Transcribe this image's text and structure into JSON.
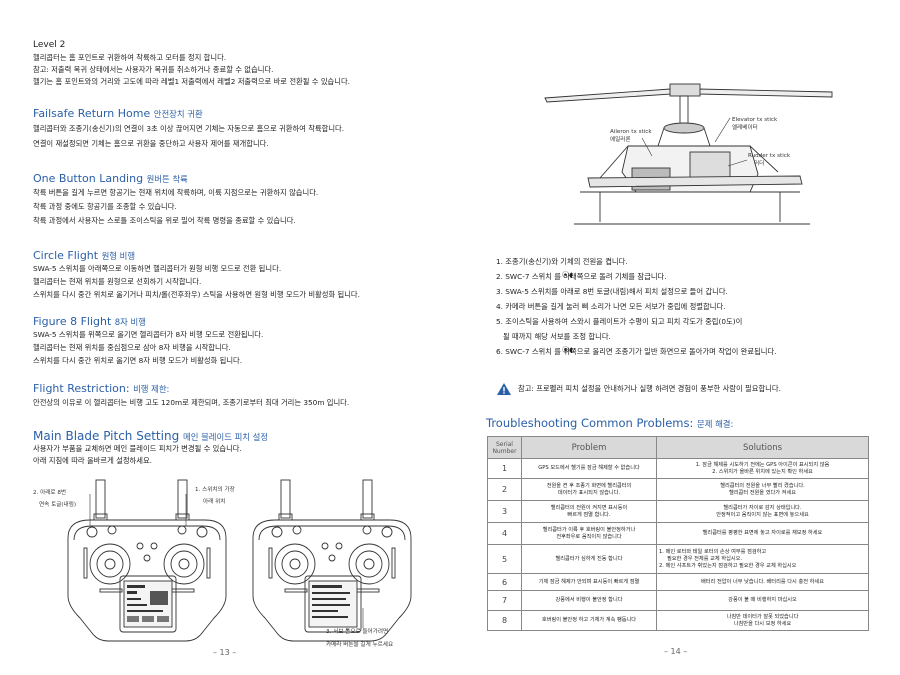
{
  "left_page": {
    "level2": {
      "heading": "Level 2",
      "lines": [
        "헬리콥터는 홈 포인트로 귀환하여 착륙하고 모터를 정지 합니다.",
        "참고: 저출력 복귀 상태에서는 사용자가 복귀를 취소하거나 종료할 수 없습니다.",
        "헬기는 홈 포인트와의 거리와 고도에 따라 레벨1 저출력에서 레벨2 저출력으로 바로 전환될 수 있습니다."
      ]
    },
    "failsafe": {
      "title_en": "Failsafe Return Home",
      "title_ko": "안전장치 귀환",
      "lines": [
        "헬리콥터와 조종기(송신기)의 연결이 3초 이상 끊어지면 기체는 자동으로 홈으로 귀환하여 착륙합니다.",
        "연결이 재설정되면 기체는 홈으로 귀환을 중단하고 사용자 제어를 재개합니다."
      ]
    },
    "one_button": {
      "title_en": "One Button Landing",
      "title_ko": "원버튼 착륙",
      "lines": [
        "착륙 버튼을 길게 누르면 항공기는 현재 위치에 착륙하며, 이륙 지점으로는 귀환하지 않습니다.",
        "착륙 과정 중에도 항공기를 조종할 수 있습니다.",
        "착륙 과정에서 사용자는 스로틀 조이스틱을 위로 밀어 착륙 명령을 종료할 수 있습니다."
      ]
    },
    "circle": {
      "title_en": "Circle Flight",
      "title_ko": "원형 비행",
      "lines": [
        "SWA-5 스위치를 아래쪽으로 이동하면 헬리콥터가 원형 비행 모드로 전환 됩니다.",
        "헬리콥터는 현재 위치를 원형으로 선회하기 시작합니다.",
        "스위치를 다시 중간 위치로 옮기거나 피치/롤(전후좌우) 스틱을 사용하면 원형 비행 모드가 비활성화 됩니다."
      ]
    },
    "figure8": {
      "title_en": "Figure 8 Flight",
      "title_ko": "8자 비행",
      "lines": [
        "SWA-5 스위치를 위쪽으로 올기면 헬리콥터가 8자 비행 모드로 전환됩니다.",
        "헬리콥터는 현재 위치를 중심점으로 삼아 8자 비행을 시작합니다.",
        "스위치를 다시 중간 위치로 옮기면 8자 비행 모드가 비활성화 됩니다."
      ]
    },
    "restriction": {
      "title_en": "Flight Restriction:",
      "title_ko": "비행 제한:",
      "lines": [
        "안전상의 이유로 이 헬리콥터는 비행 고도 120m로 제한되며, 조종기로부터 최대 거리는 350m 입니다."
      ]
    },
    "pitch": {
      "title_en": "Main Blade Pitch Setting",
      "title_ko": "메인 블레이드 피치 설정",
      "lines": [
        "사용자가 부품을 교체하면 메인 블레이드 피치가 변경될 수 있습니다.",
        "아래 지침에 따라 올바르게 설정하세요."
      ]
    },
    "figure_captions": {
      "c1a": "2. 아래로 8번",
      "c1b": "연속 토글(내림)",
      "c2a": "1. 스위치의 가장",
      "c2b": "아래 위치",
      "c3a": "3. 서보 톨으로 들어가려면",
      "c3b": "카메라 버튼을 길게 누르세요"
    },
    "page_number": "– 13 –"
  },
  "right_page": {
    "heli_labels": {
      "aileron_en": "Aileron tx stick",
      "aileron_ko": "에일러론",
      "elevator_en": "Elevator tx stick",
      "elevator_ko": "엘레베이터",
      "rudder_en": "Rudder tx stick",
      "rudder_ko": "러더"
    },
    "steps": [
      "1. 조종기(송신기)와 기체의 전원을 켭니다.",
      "2. SWC-7 스위치 를 아래쪽으로 돌려 기체를 잠급니다.",
      "3. SWA-5 스위치를 아래로 8번 토글(내림)해서 피치 설정으로 들어 갑니다.",
      "4. 카메라 버튼을 길게 눌러 삐 소리가 나면 모든 서보가 중립에 정렬합니다.",
      "5. 조이스틱을 사용하여 스와시 플레이트가 수평이 되고 피치 각도가 중립(0도)이",
      "   될 때까지 해당 서보를 조정 합니다.",
      "6. SWC-7 스위치 를 위쪽으로 올리면 조종기가 일반 화면으로 돌아가며 작업이 완료됩니다."
    ],
    "warning_note": "참고: 프로펠러 피치 설정을 안내하거나 실행 하려면 경험이 풍부한 사람이 필요합니다.",
    "troubleshoot": {
      "title_en": "Troubleshooting Common Problems:",
      "title_ko": "문제 해결:",
      "headers": {
        "serial1": "Serial",
        "serial2": "Number",
        "problem": "Problem",
        "solutions": "Solutions"
      },
      "rows": [
        {
          "n": "1",
          "p": [
            "GPS 모드에서 헬기를 잠금 해제할 수 없습니다"
          ],
          "s": [
            "1. 잠금 해제를 시도하기 전에는 GPS 아이콘이 표시되지 않음",
            "2. 스위치가 올바른 위치에 있는지 확인 하세요"
          ]
        },
        {
          "n": "2",
          "p": [
            "전원을 켠 후 조종기 화면에 헬리콥터의",
            "데이터가 표시되지 않습니다."
          ],
          "s": [
            "헬리콥터의 전원을 너무 빨리 켰습니다.",
            "헬리콥터 전원을 껐다가 켜세요"
          ]
        },
        {
          "n": "3",
          "p": [
            "헬리콥터의 전원이 켜지면 표시등이",
            "빠르게 점멸 합니다."
          ],
          "s": [
            "헬리콥터가 자이로 감지 상태입니다.",
            "안정적이고 움직이지 않는 표면에 놓으세요"
          ]
        },
        {
          "n": "4",
          "p": [
            "헬리콥터가 이륙 후 호버링이 불안정하거나",
            "전후좌우로 움직이지 않습니다"
          ],
          "s": [
            "헬리콥터를 평평한 표면에 놓고 자이로를 재보정 하세요"
          ]
        },
        {
          "n": "5",
          "p": [
            "헬리콥터가 심하게 진동 합니다"
          ],
          "s": [
            "1. 메인 로터와 테일 로터의 손상 여부를 점검하고",
            "필요한 경우 전체를 교체 하십시오.",
            "2. 메인 샤프트가 휘었는지 점검하고 필요한 경우 교체 하십시오"
          ]
        },
        {
          "n": "6",
          "p": [
            "기체 잠금 해제가 안되며 표시등이 빠르게 점멸"
          ],
          "s": [
            "배터리 전압이 너무 낮습니다. 배터리를 다시 충전 하세요"
          ]
        },
        {
          "n": "7",
          "p": [
            "강풍에서 비행이 불안정 합니다"
          ],
          "s": [
            "강풍이 불 때 비행하지 마십시오"
          ]
        },
        {
          "n": "8",
          "p": [
            "호버링이 불안정 하고 기체가 계속 팽돕니다"
          ],
          "s": [
            "나침반 데이터가 잘못 되었습니다",
            "나침반을 다시 보정 하세요"
          ]
        }
      ]
    },
    "page_number": "– 14 –"
  },
  "colors": {
    "heading_blue": "#2a5fa7",
    "table_header": "#d9d9d9",
    "warning_blue": "#2a5fa7"
  },
  "icons": [
    "warning-triangle-icon",
    "switch-icon",
    "helicopter-diagram",
    "transmitter-diagram"
  ]
}
